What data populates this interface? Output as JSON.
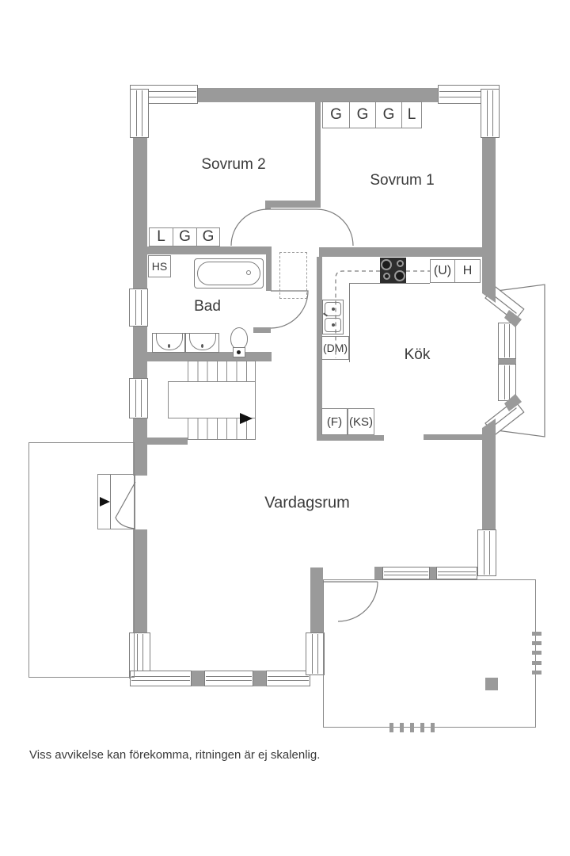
{
  "plan": {
    "rooms": {
      "sovrum2": "Sovrum 2",
      "sovrum1": "Sovrum 1",
      "bad": "Bad",
      "kok": "Kök",
      "vardagsrum": "Vardagsrum"
    },
    "closets": {
      "sovrum1": [
        "G",
        "G",
        "G",
        "L"
      ],
      "sovrum2": [
        "L",
        "G",
        "G"
      ]
    },
    "fixtures": {
      "hs": "HS",
      "u": "(U)",
      "h": "H",
      "dm": "(DM)",
      "f": "(F)",
      "ks": "(KS)"
    },
    "footer": "Viss avvikelse kan förekomma, ritningen är ej skalenlig.",
    "colors": {
      "wall": "#9a9a9a",
      "line": "#7d7d7d",
      "text": "#3a3a3a"
    }
  }
}
